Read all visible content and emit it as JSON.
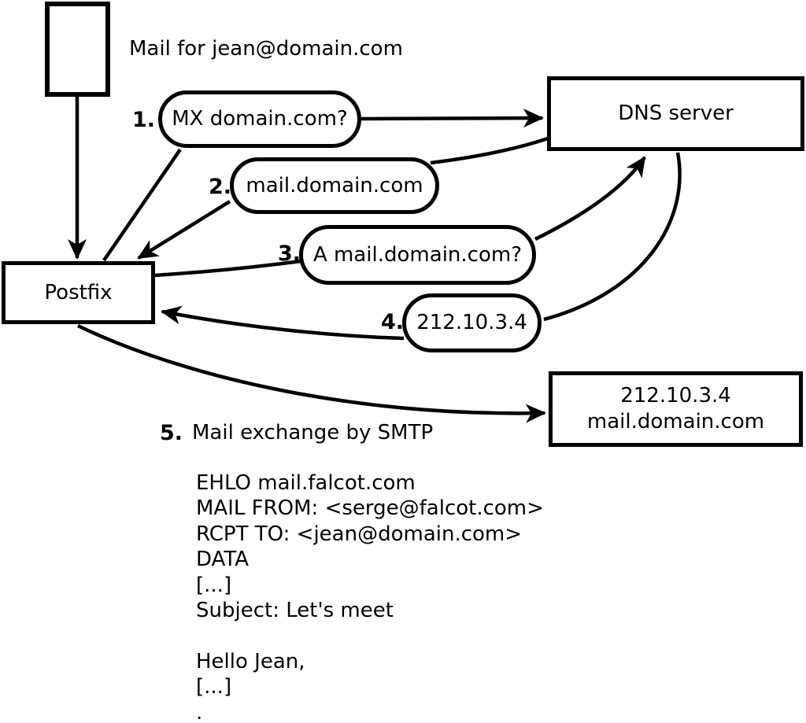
{
  "colors": {
    "ink": "#000000",
    "paper": "#ffffff"
  },
  "diagram": {
    "title": "Mail for jean@domain.com",
    "nodes": {
      "postfix": "Postfix",
      "dns_server": "DNS server",
      "mail_server_ip": "212.10.3.4",
      "mail_server_host": "mail.domain.com"
    },
    "steps": [
      {
        "num": "1.",
        "label": "MX domain.com?"
      },
      {
        "num": "2.",
        "label": "mail.domain.com"
      },
      {
        "num": "3.",
        "label": "A mail.domain.com?"
      },
      {
        "num": "4.",
        "label": "212.10.3.4"
      },
      {
        "num": "5.",
        "label": "Mail exchange by SMTP"
      }
    ],
    "smtp_session": "EHLO mail.falcot.com\nMAIL FROM: <serge@falcot.com>\nRCPT TO: <jean@domain.com>\nDATA\n[...]\nSubject: Let's meet\n\nHello Jean,\n[...]\n."
  }
}
